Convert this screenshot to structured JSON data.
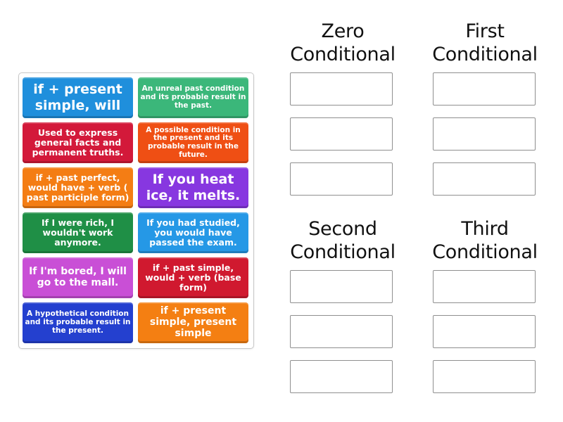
{
  "activity": {
    "cards": [
      {
        "id": "c1",
        "text": "if + present simple, will",
        "color": "#1f8fdc",
        "size": "xl"
      },
      {
        "id": "c2",
        "text": "An unreal past condition and its probable result in the past.",
        "color": "#3bb77a",
        "size": "s"
      },
      {
        "id": "c3",
        "text": "Used to express general facts and permanent truths.",
        "color": "#d3193a",
        "size": "m"
      },
      {
        "id": "c4",
        "text": "A possible condition in the present and its probable result in the future.",
        "color": "#ef4f14",
        "size": "s"
      },
      {
        "id": "c5",
        "text": "if + past perfect, would have + verb ( past participle form)",
        "color": "#f47d14",
        "size": "m"
      },
      {
        "id": "c6",
        "text": "If you heat ice, it melts.",
        "color": "#8737e0",
        "size": "xl"
      },
      {
        "id": "c7",
        "text": "If I were rich, I wouldn't work anymore.",
        "color": "#1f8f46",
        "size": "m"
      },
      {
        "id": "c8",
        "text": "If you had studied, you would have passed the exam.",
        "color": "#2598e6",
        "size": "m"
      },
      {
        "id": "c9",
        "text": "If I'm bored, I will go to the mall.",
        "color": "#c94fd6",
        "size": "l"
      },
      {
        "id": "c10",
        "text": "if + past simple, would + verb (base form)",
        "color": "#d0192f",
        "size": "m"
      },
      {
        "id": "c11",
        "text": "A hypothetical condition and its probable result in the present.",
        "color": "#2440cf",
        "size": "s"
      },
      {
        "id": "c12",
        "text": "if + present simple, present simple",
        "color": "#f47f12",
        "size": "l"
      }
    ],
    "groups": [
      {
        "id": "zero",
        "title_line1": "Zero",
        "title_line2": "Conditional",
        "slots": 3
      },
      {
        "id": "first",
        "title_line1": "First",
        "title_line2": "Conditional",
        "slots": 3
      },
      {
        "id": "second",
        "title_line1": "Second",
        "title_line2": "Conditional",
        "slots": 3
      },
      {
        "id": "third",
        "title_line1": "Third",
        "title_line2": "Conditional",
        "slots": 3
      }
    ]
  },
  "colors": {
    "slot_border": "#8f8f8f",
    "tray_border": "#c8c8c8",
    "header_text": "#111111"
  }
}
